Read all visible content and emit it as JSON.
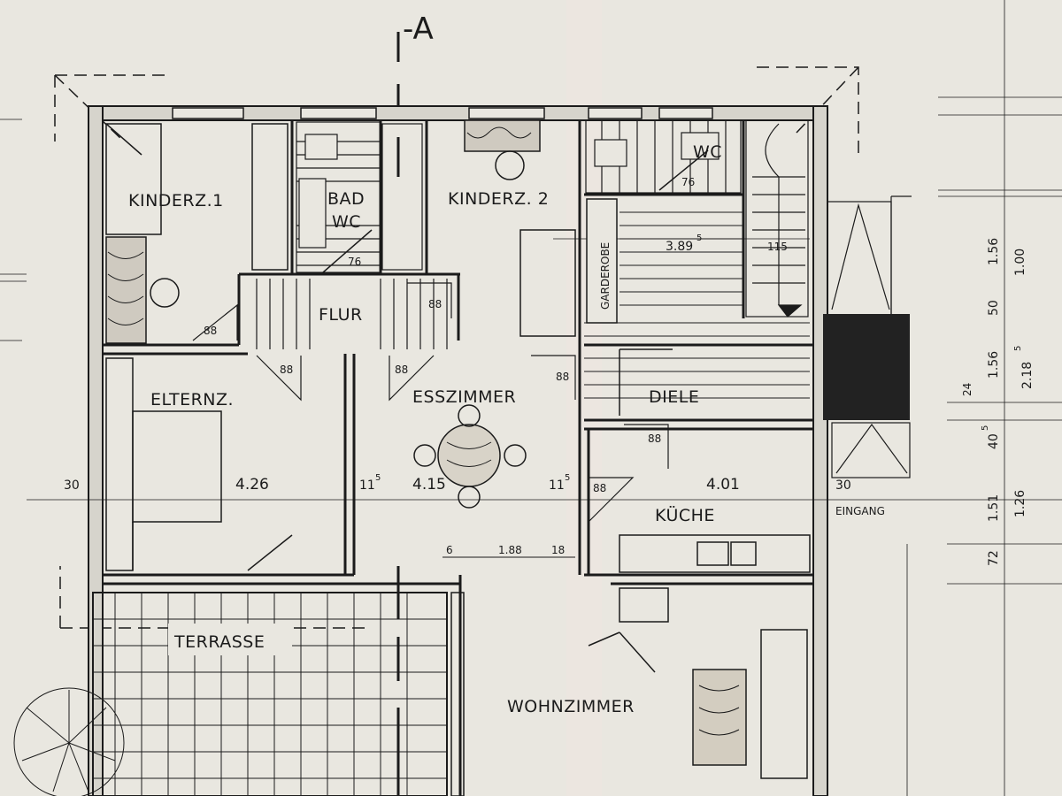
{
  "section_marker": "-A",
  "rooms": {
    "kinderz1": "KINDERZ.1",
    "bad": "BAD",
    "bad_wc": "WC",
    "kinderz2": "KINDERZ. 2",
    "wc": "WC",
    "garderobe": "GARDEROBE",
    "flur": "FLUR",
    "elternz": "ELTERNZ.",
    "esszimmer": "ESSZIMMER",
    "diele": "DIELE",
    "kueche": "KÜCHE",
    "terrasse": "TERRASSE",
    "wohnzimmer": "WOHNZIMMER",
    "eingang": "EINGANG"
  },
  "room_sizes": {
    "elternz": "4.26",
    "esszimmer": "4.15",
    "kueche": "4.01",
    "diele_stair": "3.89",
    "diele_stair_sup": "5"
  },
  "door_dims": {
    "main": "88",
    "sup": "5",
    "bad": "76",
    "wc": "76",
    "stair": "115"
  },
  "wall_dims": {
    "left": "30",
    "right": "30",
    "inner_a": "11",
    "inner_b": "11",
    "sup": "5",
    "row_a": "6",
    "row_b": "1.88",
    "row_c": "18"
  },
  "side_dims": {
    "col1": [
      "1.56",
      "50",
      "1.56",
      "24",
      "40",
      "1.51",
      "72"
    ],
    "col1_sup_40": "5",
    "col2": [
      "1.00",
      "2.18",
      "1.26"
    ],
    "col2_sup_218": "5"
  },
  "colors": {
    "paper": "#e9e7e0",
    "ink": "#1b1b1b",
    "wall": "#d6d4cc",
    "entrance_block": "#222222"
  }
}
